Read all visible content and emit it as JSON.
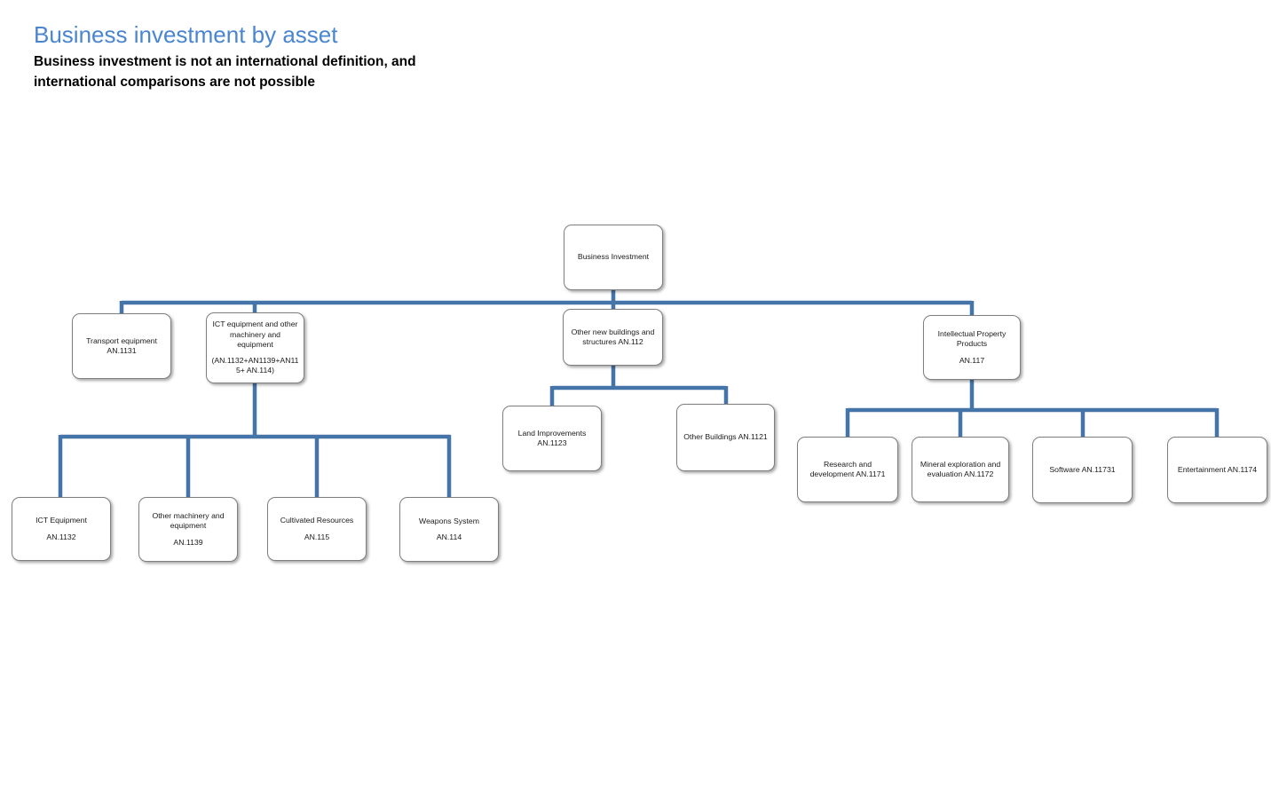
{
  "header": {
    "title": "Business investment by asset",
    "subtitle": "Business investment is not an international definition, and international comparisons are not possible"
  },
  "colors": {
    "title_text": "#4A85D0",
    "connector": "#4575A8",
    "node_border": "#7F7F7F",
    "node_background": "#FFFFFF",
    "body_text": "#1A1A1A"
  },
  "diagram": {
    "type": "org-chart",
    "nodes": {
      "business_investment": {
        "paragraphs": [
          "Business Investment"
        ]
      },
      "transport_equipment": {
        "paragraphs": [
          "Transport equipment AN.1131"
        ]
      },
      "ict_group": {
        "paragraphs": [
          "ICT equipment and other machinery and equipment",
          "(AN.1132+AN1139+AN115+ AN.114)"
        ]
      },
      "other_new_buildings": {
        "paragraphs": [
          "Other new buildings and structures AN.112"
        ]
      },
      "intellectual_property": {
        "paragraphs": [
          "Intellectual Property Products",
          "AN.117"
        ]
      },
      "land_improvements": {
        "paragraphs": [
          "Land Improvements AN.1123"
        ]
      },
      "other_buildings": {
        "paragraphs": [
          "Other Buildings AN.1121"
        ]
      },
      "research_development": {
        "paragraphs": [
          "Research and development AN.1171"
        ]
      },
      "mineral_exploration": {
        "paragraphs": [
          "Mineral exploration and evaluation AN.1172"
        ]
      },
      "software": {
        "paragraphs": [
          "Software AN.11731"
        ]
      },
      "entertainment": {
        "paragraphs": [
          "Entertainment AN.1174"
        ]
      },
      "ict_equipment": {
        "paragraphs": [
          "ICT Equipment",
          "AN.1132"
        ]
      },
      "other_machinery": {
        "paragraphs": [
          "Other machinery and equipment",
          "AN.1139"
        ]
      },
      "cultivated_resources": {
        "paragraphs": [
          "Cultivated Resources",
          "AN.115"
        ]
      },
      "weapons_system": {
        "paragraphs": [
          "Weapons System",
          "AN.114"
        ]
      }
    },
    "hierarchy": [
      {
        "parent": "business_investment",
        "children": [
          "transport_equipment",
          "ict_group",
          "other_new_buildings",
          "intellectual_property"
        ]
      },
      {
        "parent": "ict_group",
        "children": [
          "ict_equipment",
          "other_machinery",
          "cultivated_resources",
          "weapons_system"
        ]
      },
      {
        "parent": "other_new_buildings",
        "children": [
          "land_improvements",
          "other_buildings"
        ]
      },
      {
        "parent": "intellectual_property",
        "children": [
          "research_development",
          "mineral_exploration",
          "software",
          "entertainment"
        ]
      }
    ]
  }
}
